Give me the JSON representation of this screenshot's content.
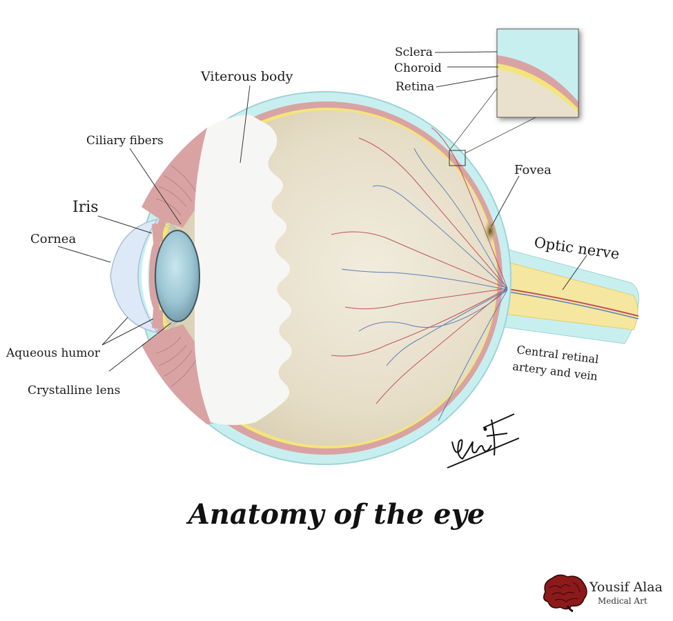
{
  "title": "Anatomy of the eye",
  "labels": {
    "sclera": "Sclera",
    "choroid": "Choroid",
    "retina": "Retina",
    "viterous_body": "Viterous body",
    "ciliary_fibers": "Ciliary fibers",
    "iris": "Iris",
    "cornea": "Cornea",
    "fovea": "Fovea",
    "optic_nerve": "Optic nerve",
    "aqueous_humor": "Aqueous humor",
    "crystalline_lens": "Crystalline lens",
    "central_retinal_line1": "Central retinal",
    "central_retinal_line2": "artery and vein"
  },
  "signature": "Yousif",
  "brand": {
    "name": "Yousif Alaa",
    "subtitle": "Medical Art"
  },
  "colors": {
    "sclera": "#c8eff0",
    "choroid": "#d9a3a3",
    "retina": "#f3e57a",
    "vitreous": "#e9e1cd",
    "vitreous_light": "#f6f6f4",
    "lens": "#9fc7d6",
    "optic_nerve": "#f5e6a0",
    "artery": "#c0505a",
    "vein": "#5a7fb8"
  }
}
